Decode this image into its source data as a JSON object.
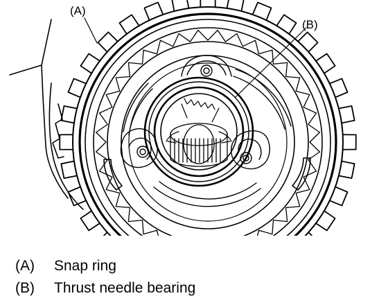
{
  "callouts": [
    {
      "id": "A",
      "label": "(A)"
    },
    {
      "id": "B",
      "label": "(B)"
    }
  ],
  "legend": [
    {
      "key": "(A)",
      "text": "Snap ring"
    },
    {
      "key": "(B)",
      "text": "Thrust needle bearing"
    }
  ]
}
